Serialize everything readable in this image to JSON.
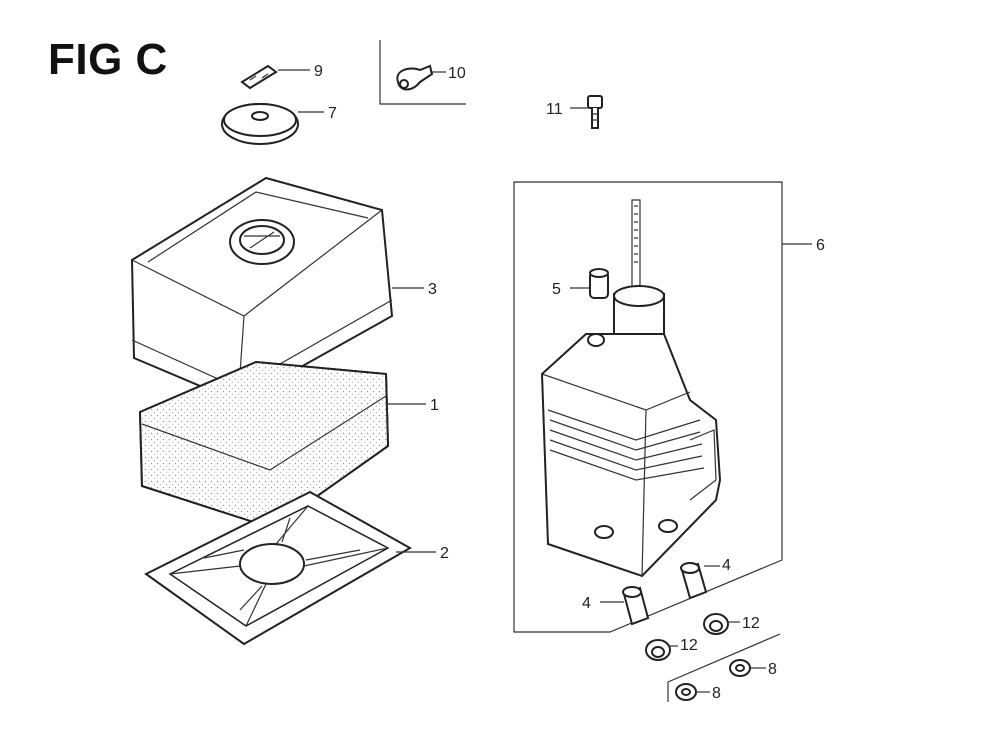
{
  "title": "FIG C",
  "callouts": {
    "c1": "1",
    "c2": "2",
    "c3": "3",
    "c4a": "4",
    "c4b": "4",
    "c5": "5",
    "c6": "6",
    "c7": "7",
    "c8a": "8",
    "c8b": "8",
    "c9": "9",
    "c10": "10",
    "c11": "11",
    "c12a": "12",
    "c12b": "12"
  }
}
